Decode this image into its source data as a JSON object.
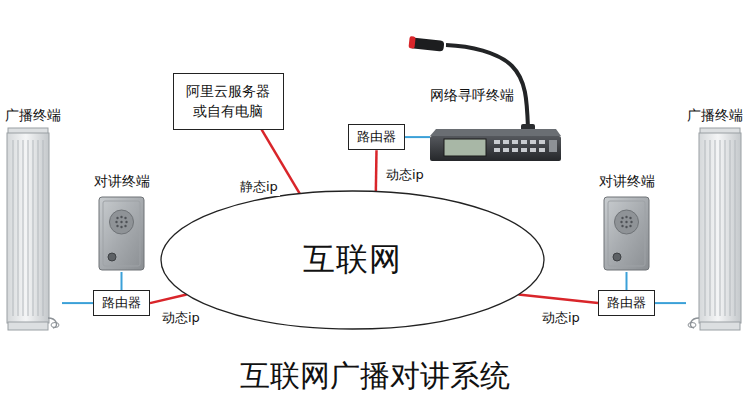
{
  "diagram": {
    "title": "互联网广播对讲系统",
    "nodes": [
      {
        "text": [
          "阿里云服务器 或自有电脑"
        ]
      },
      {
        "text": [
          "网络寻呼终端"
        ]
      },
      {
        "text": [
          "路由器"
        ]
      },
      {
        "text": [
          "广播终端"
        ]
      },
      {
        "text": [
          "对讲终端"
        ]
      },
      {
        "text": [
          "互联网"
        ]
      },
      {
        "text": [
          "广播终端"
        ]
      },
      {
        "text": [
          "对讲终端"
        ]
      },
      {
        "text": [
          "路由器"
        ]
      },
      {
        "text": [
          "路由器"
        ]
      }
    ],
    "edges": [
      {
        "from": 0,
        "to": 5,
        "label": "静态ip",
        "arrow": "none"
      },
      {
        "from": 2,
        "to": 5,
        "label": "动态ip",
        "arrow": "none"
      },
      {
        "from": 2,
        "to": 1,
        "arrow": "none"
      },
      {
        "from": 8,
        "to": 5,
        "label": "动态ip",
        "arrow": "none"
      },
      {
        "from": 8,
        "to": 4,
        "arrow": "none"
      },
      {
        "from": 8,
        "to": 3,
        "arrow": "none"
      },
      {
        "from": 9,
        "to": 5,
        "label": "动态ip",
        "arrow": "none"
      },
      {
        "from": 9,
        "to": 7,
        "arrow": "none"
      },
      {
        "from": 9,
        "to": 6,
        "arrow": "none"
      }
    ]
  }
}
